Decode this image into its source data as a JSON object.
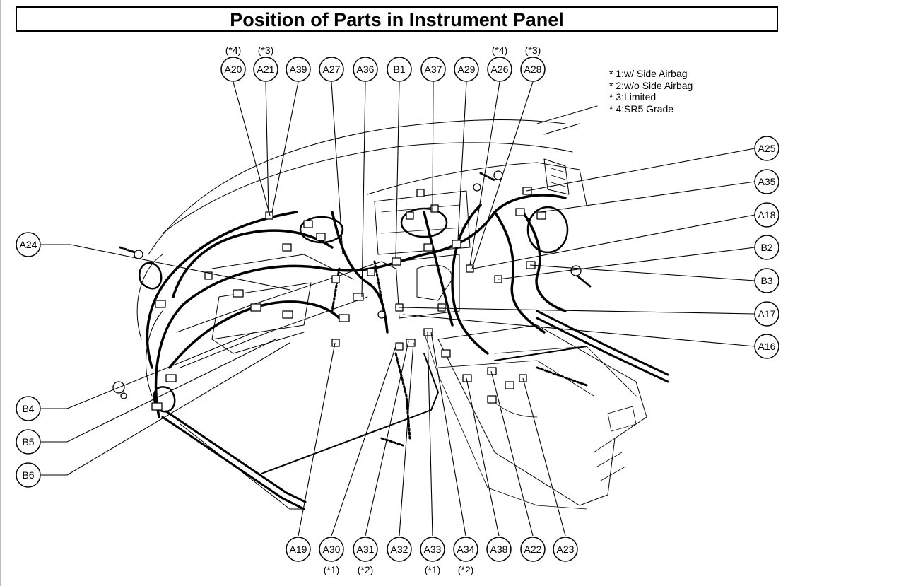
{
  "title": "Position of Parts in Instrument Panel",
  "legend": [
    "* 1:w/ Side Airbag",
    "* 2:w/o Side Airbag",
    "* 3:Limited",
    "* 4:SR5 Grade"
  ],
  "top_labels": [
    {
      "id": "A20",
      "note": "(*4)"
    },
    {
      "id": "A21",
      "note": "(*3)"
    },
    {
      "id": "A39",
      "note": ""
    },
    {
      "id": "A27",
      "note": ""
    },
    {
      "id": "A36",
      "note": ""
    },
    {
      "id": "B1",
      "note": ""
    },
    {
      "id": "A37",
      "note": ""
    },
    {
      "id": "A29",
      "note": ""
    },
    {
      "id": "A26",
      "note": "(*4)"
    },
    {
      "id": "A28",
      "note": "(*3)"
    }
  ],
  "right_labels": [
    "A25",
    "A35",
    "A18",
    "B2",
    "B3",
    "A17",
    "A16"
  ],
  "left_labels": [
    "A24",
    "B4",
    "B5",
    "B6"
  ],
  "bottom_labels": [
    {
      "id": "A19",
      "note": ""
    },
    {
      "id": "A30",
      "note": "(*1)"
    },
    {
      "id": "A31",
      "note": "(*2)"
    },
    {
      "id": "A32",
      "note": ""
    },
    {
      "id": "A33",
      "note": "(*1)"
    },
    {
      "id": "A34",
      "note": "(*2)"
    },
    {
      "id": "A38",
      "note": ""
    },
    {
      "id": "A22",
      "note": ""
    },
    {
      "id": "A23",
      "note": ""
    }
  ]
}
